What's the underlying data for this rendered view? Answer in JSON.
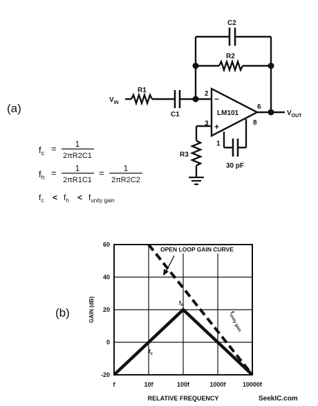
{
  "schematic": {
    "panel_label": "(a)",
    "r1": "R1",
    "c1": "C1",
    "c2": "C2",
    "r2": "R2",
    "r3": "R3",
    "opamp": "LM101",
    "cap_30pf": "30 pF",
    "pin2": "2",
    "pin3": "3",
    "pin6": "6",
    "pin8": "8",
    "pin1": "1",
    "minus": "−",
    "plus": "+",
    "vin": {
      "main": "V",
      "sub": "IN"
    },
    "vout": {
      "main": "V",
      "sub": "OUT"
    }
  },
  "equations": {
    "fc": {
      "lhs_main": "f",
      "lhs_sub": "c",
      "eq": "=",
      "num": "1",
      "den": "2πR2C1"
    },
    "fh": {
      "lhs_main": "f",
      "lhs_sub": "h",
      "eq": "=",
      "num": "1",
      "den": "2πR1C1",
      "eq2": "=",
      "num2": "1",
      "den2": "2πR2C2"
    },
    "order": {
      "a": "f",
      "a_sub": "c",
      "lt1": "<",
      "b": "f",
      "b_sub": "h",
      "lt2": "<",
      "c": "f",
      "c_sub": "unity gain"
    }
  },
  "chart": {
    "panel_label": "(b)",
    "ylabel": "GAIN (dB)",
    "xlabel": "RELATIVE FREQUENCY",
    "annotation_open_loop": "OPEN LOOP GAIN CURVE",
    "fh_label": {
      "main": "f",
      "sub": "h"
    },
    "fc_label": {
      "main": "f",
      "sub": "c"
    },
    "funity_label": {
      "main": "f",
      "sub": "unity gain"
    }
  },
  "chart_data": {
    "type": "line",
    "x_scale": "log",
    "x_ticks": [
      "f",
      "10f",
      "100f",
      "1000f",
      "10000f"
    ],
    "x_tick_values": [
      1,
      10,
      100,
      1000,
      10000
    ],
    "y_ticks": [
      "60",
      "40",
      "20",
      "0",
      "-20"
    ],
    "y_tick_values": [
      60,
      40,
      20,
      0,
      -20
    ],
    "xlim": [
      1,
      10000
    ],
    "ylim": [
      -20,
      60
    ],
    "grid": true,
    "series": [
      {
        "name": "",
        "style": "dashed",
        "x": [
          10,
          10000
        ],
        "y": [
          60,
          -20
        ]
      },
      {
        "name": "",
        "style": "solid",
        "x": [
          1,
          100,
          10000
        ],
        "y": [
          -20,
          20,
          -20
        ]
      }
    ]
  },
  "watermark": "SeekIC.com"
}
